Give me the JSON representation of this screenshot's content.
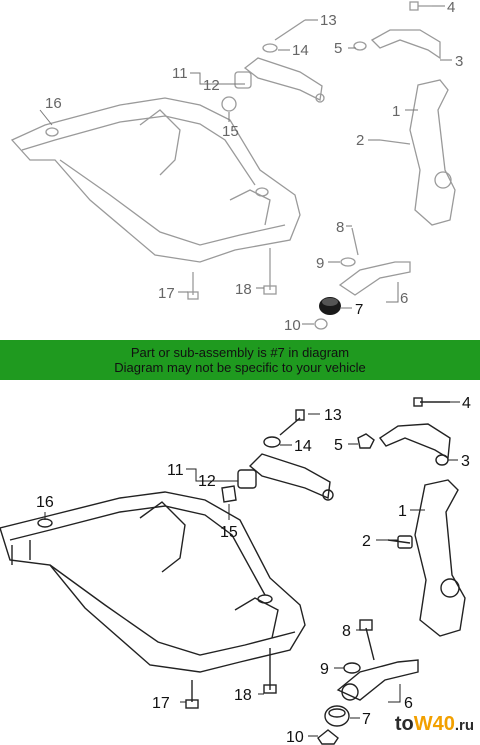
{
  "banner": {
    "line1": "Part or sub-assembly is #7 in diagram",
    "line2": "Diagram may not be specific to your vehicle",
    "color": "#1f9a1f"
  },
  "watermark": {
    "part1": "to",
    "part2": "W40",
    "part3": ".ru"
  },
  "callouts_top": [
    "13",
    "4",
    "14",
    "5",
    "11",
    "12",
    "3",
    "16",
    "1",
    "15",
    "2",
    "8",
    "9",
    "18",
    "17",
    "6",
    "7",
    "10"
  ],
  "callouts_bottom": [
    "13",
    "4",
    "14",
    "5",
    "11",
    "12",
    "3",
    "16",
    "1",
    "15",
    "2",
    "8",
    "9",
    "18",
    "17",
    "6",
    "7",
    "10"
  ]
}
